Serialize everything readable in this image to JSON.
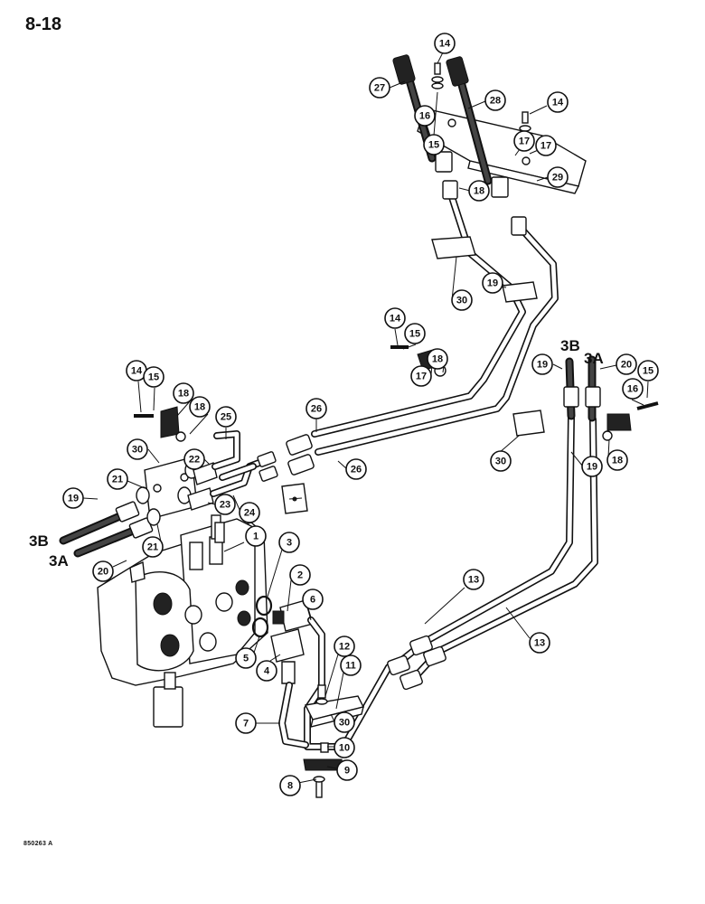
{
  "page": {
    "number": "8-18",
    "drawing_code": "850263 A"
  },
  "ports": [
    "3B",
    "3A",
    "3B",
    "3A"
  ],
  "callouts": [
    "1",
    "2",
    "3",
    "4",
    "5",
    "6",
    "7",
    "8",
    "9",
    "10",
    "11",
    "12",
    "13",
    "13",
    "14",
    "14",
    "14",
    "14",
    "15",
    "15",
    "15",
    "15",
    "16",
    "16",
    "17",
    "17",
    "17",
    "18",
    "18",
    "18",
    "18",
    "18",
    "19",
    "19",
    "19",
    "19",
    "20",
    "20",
    "21",
    "21",
    "22",
    "23",
    "24",
    "25",
    "26",
    "26",
    "27",
    "28",
    "29",
    "30",
    "30",
    "30",
    "30"
  ]
}
